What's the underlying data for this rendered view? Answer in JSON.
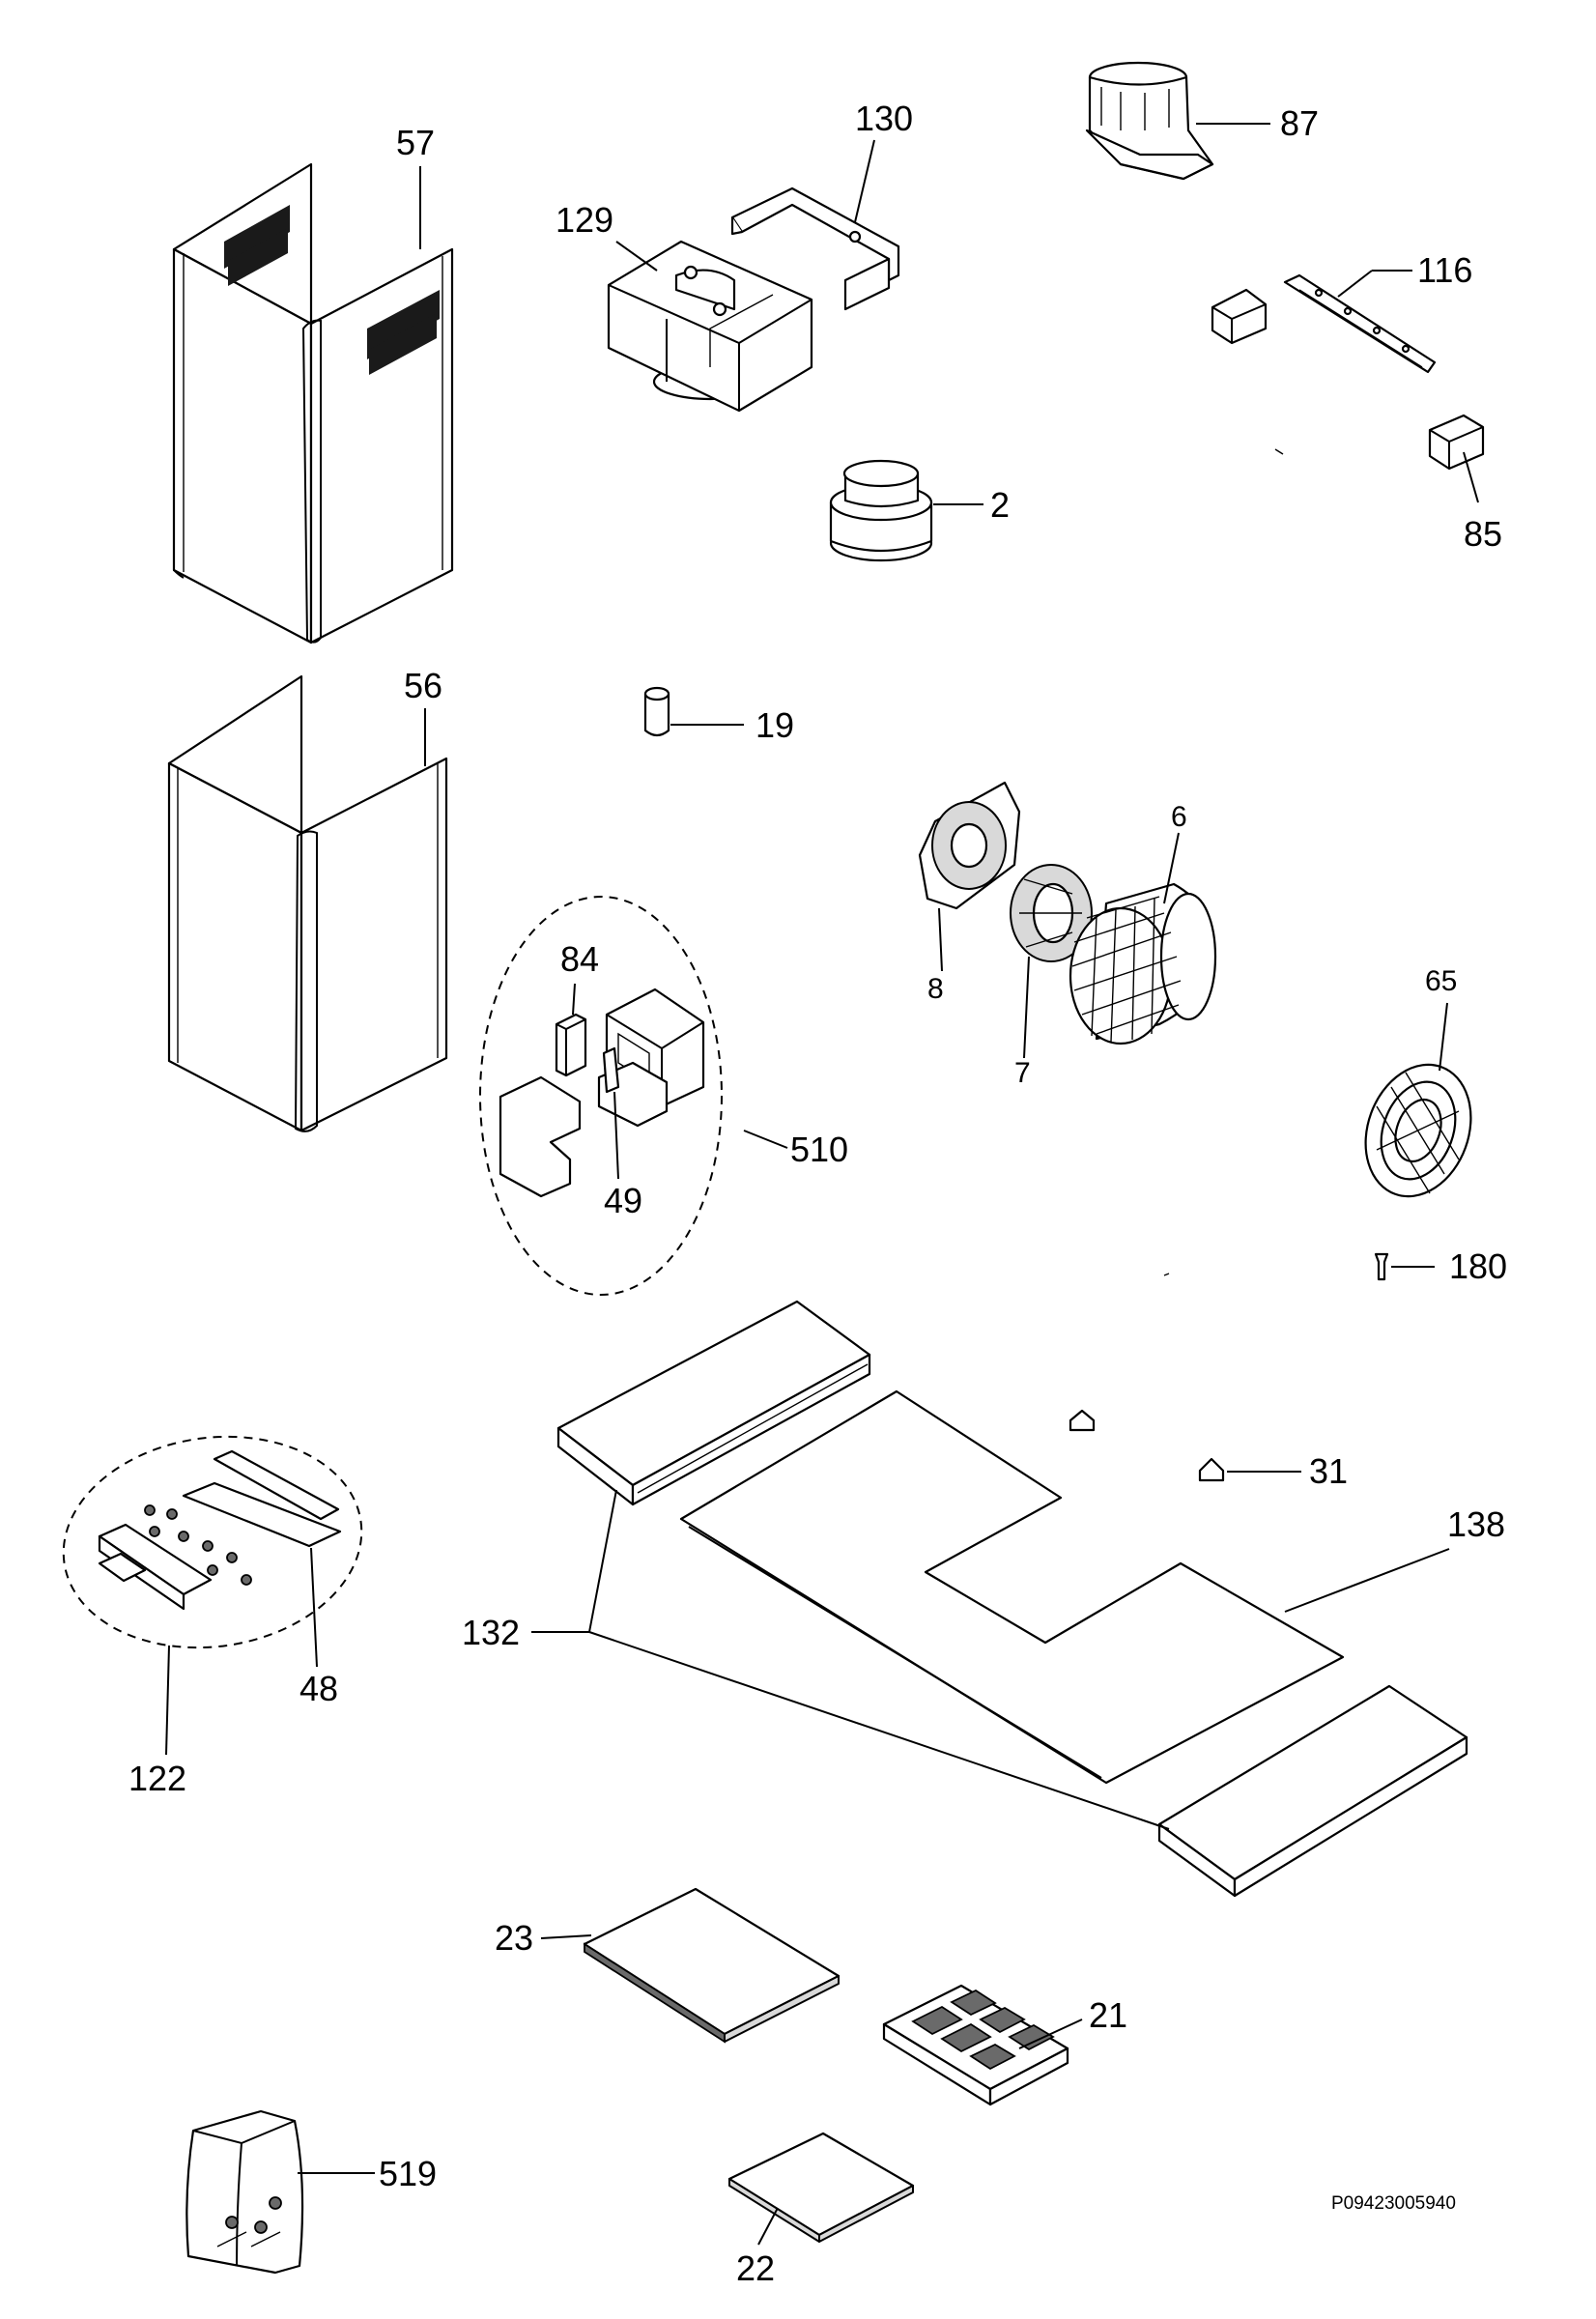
{
  "diagram": {
    "document_code": "P09423005940",
    "callouts": [
      {
        "id": "57",
        "label": "57"
      },
      {
        "id": "130",
        "label": "130"
      },
      {
        "id": "87",
        "label": "87"
      },
      {
        "id": "129",
        "label": "129"
      },
      {
        "id": "116",
        "label": "116"
      },
      {
        "id": "2",
        "label": "2"
      },
      {
        "id": "85",
        "label": "85"
      },
      {
        "id": "56",
        "label": "56"
      },
      {
        "id": "19",
        "label": "19"
      },
      {
        "id": "6",
        "label": "6"
      },
      {
        "id": "84",
        "label": "84"
      },
      {
        "id": "8",
        "label": "8"
      },
      {
        "id": "65",
        "label": "65"
      },
      {
        "id": "7",
        "label": "7"
      },
      {
        "id": "510",
        "label": "510"
      },
      {
        "id": "49",
        "label": "49"
      },
      {
        "id": "180",
        "label": "180"
      },
      {
        "id": "31",
        "label": "31"
      },
      {
        "id": "138",
        "label": "138"
      },
      {
        "id": "132",
        "label": "132"
      },
      {
        "id": "48",
        "label": "48"
      },
      {
        "id": "122",
        "label": "122"
      },
      {
        "id": "23",
        "label": "23"
      },
      {
        "id": "21",
        "label": "21"
      },
      {
        "id": "519",
        "label": "519"
      },
      {
        "id": "22",
        "label": "22"
      }
    ]
  }
}
